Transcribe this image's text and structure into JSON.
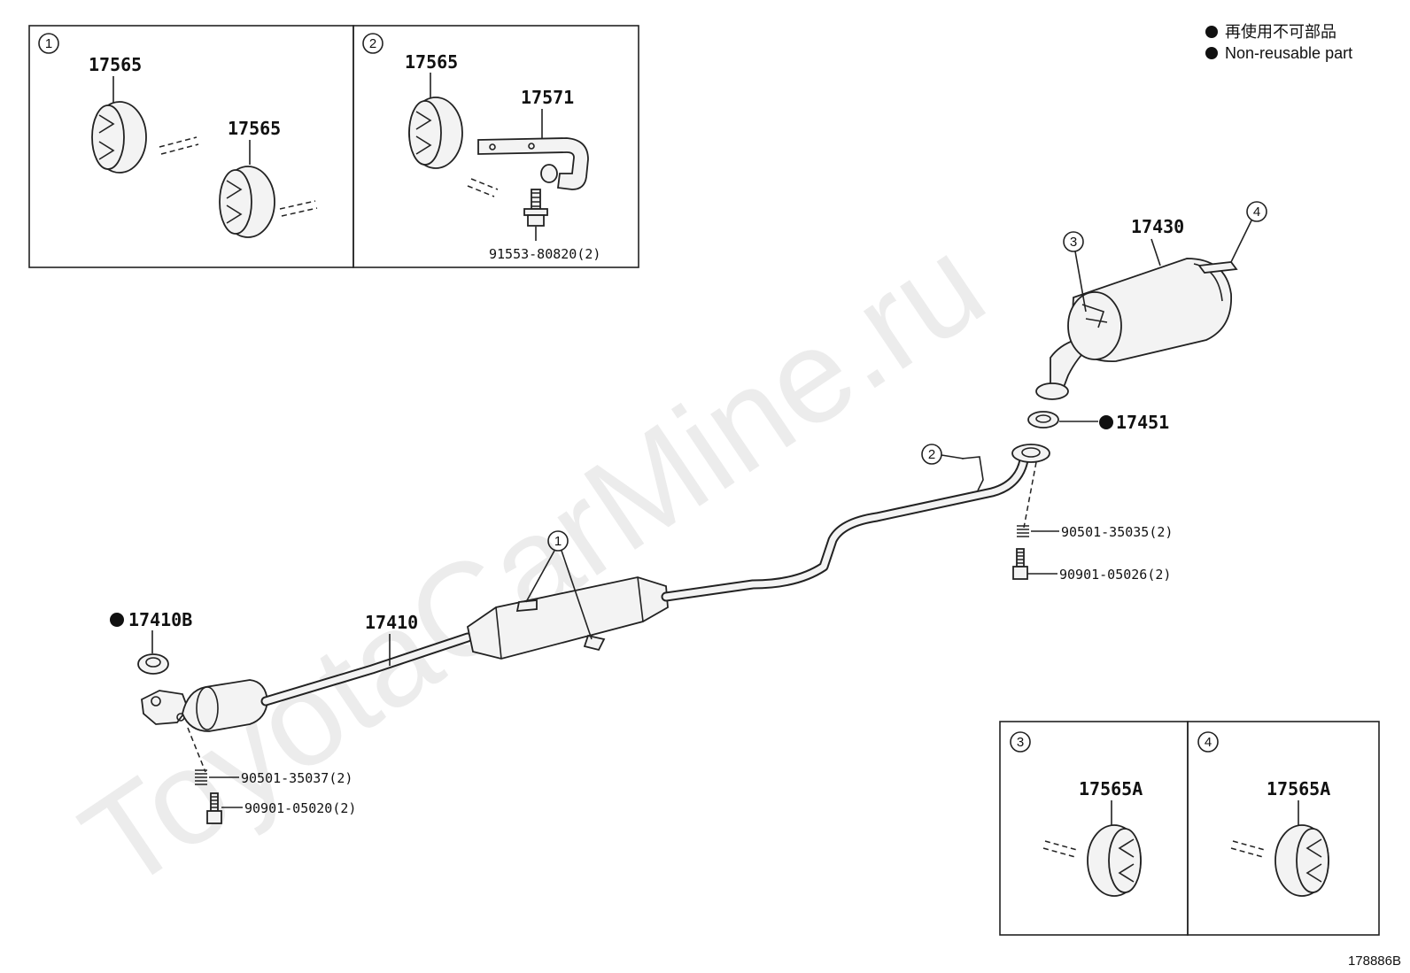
{
  "legend": {
    "line_jp": "再使用不可部品",
    "line_en": "Non-reusable part"
  },
  "watermark": "ToyotaCarMine.ru",
  "diagram_code": "178886B",
  "callouts": [
    "1",
    "2",
    "3",
    "4"
  ],
  "inset_1": {
    "number": "1",
    "parts": [
      "17565",
      "17565"
    ]
  },
  "inset_2": {
    "number": "2",
    "parts": [
      "17565",
      "17571",
      "91553-80820(2)"
    ]
  },
  "inset_3": {
    "number": "3",
    "parts": [
      "17565A"
    ]
  },
  "inset_4": {
    "number": "4",
    "parts": [
      "17565A"
    ]
  },
  "main": {
    "gasket_front": "17410B",
    "front_pipe": "17410",
    "muffler": "17430",
    "gasket_rear": "17451",
    "spring_front": "90501-35037(2)",
    "bolt_front": "90901-05020(2)",
    "spring_rear": "90501-35035(2)",
    "bolt_rear": "90901-05026(2)"
  }
}
